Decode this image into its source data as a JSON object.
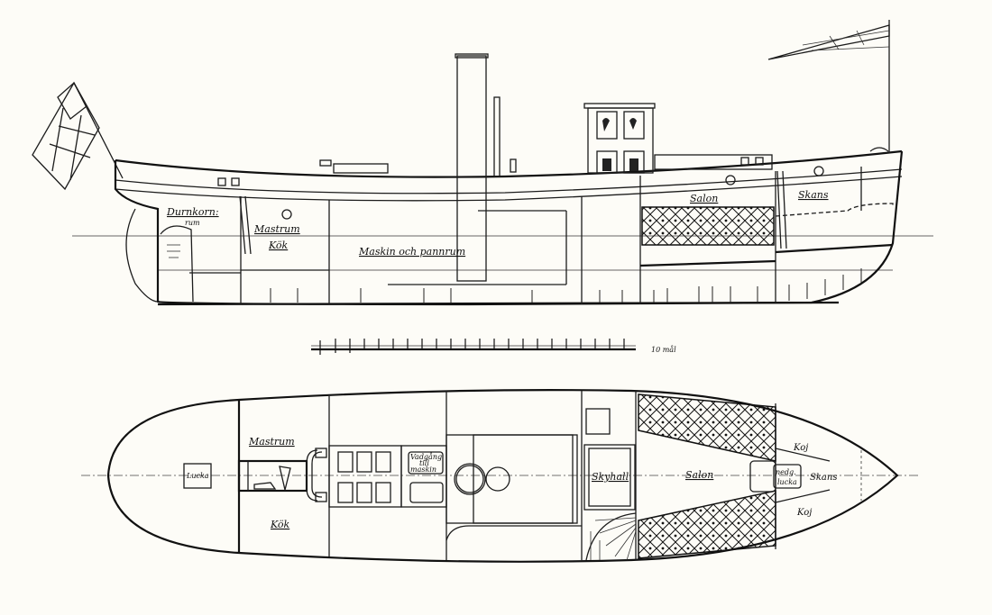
{
  "drawing": {
    "subject": "Steam boat plan drawing",
    "background_color": "#fdfcf7",
    "ink_color": "#1c1c1c"
  },
  "profile_view": {
    "labels": {
      "stern_cabin": "Durnkorn:",
      "stern_cabin_sub": "rum",
      "mastrum": "Mastrum",
      "kok": "Kök",
      "engine_room": "Maskin och pannrum",
      "salon": "Salon",
      "skans": "Skans"
    },
    "flags": {
      "stern": "ensign-flag",
      "bow": "pennant-flag"
    }
  },
  "scale_bar": {
    "label": "10 mål",
    "ticks": 20
  },
  "deck_plan": {
    "labels": {
      "lucka": "Lucka",
      "mastrum": "Mastrum",
      "kok": "Kök",
      "skylight_note_1": "Vadgång",
      "skylight_note_2": "till",
      "skylight_note_3": "maskin",
      "skylight_hall": "Skyhall",
      "salon": "Salon",
      "skans": "Skans",
      "hatch_1": "nedg.",
      "hatch_2": "lucka",
      "koj_top": "Koj",
      "koj_bottom": "Koj"
    }
  }
}
